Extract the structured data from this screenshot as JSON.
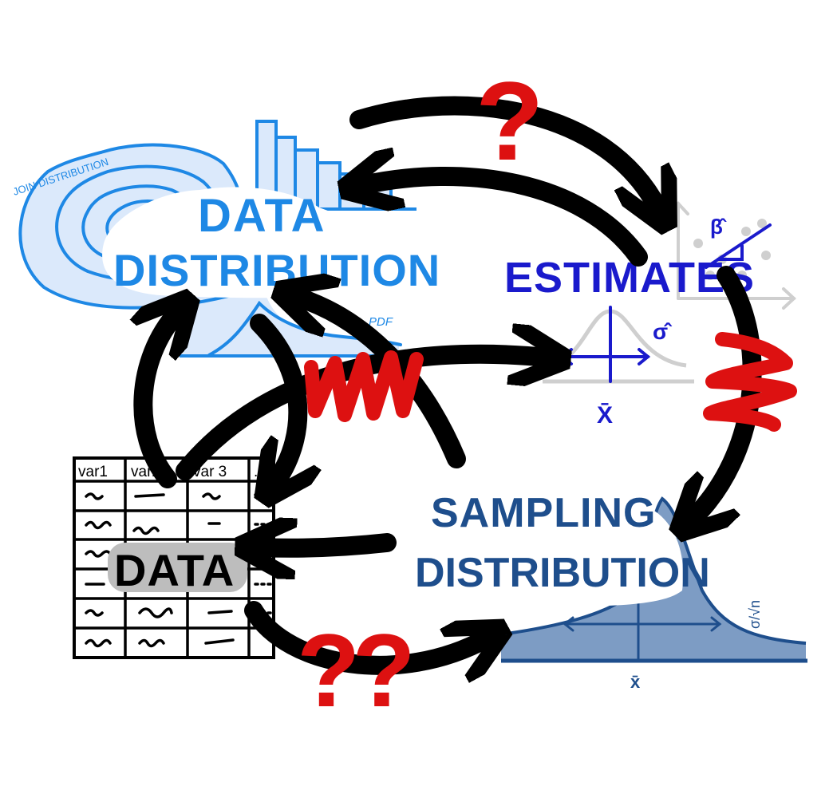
{
  "diagram": {
    "nodes": {
      "data_distribution": {
        "line1": "DATA",
        "line2": "DISTRIBUTION"
      },
      "estimates": {
        "label": "ESTIMATES"
      },
      "sampling_distribution": {
        "line1": "SAMPLING",
        "line2": "DISTRIBUTION"
      },
      "data": {
        "label": "DATA"
      }
    },
    "annotations": {
      "joint_distribution": "JOIN DISTRIBUTION",
      "pdf": "PDF",
      "beta_hat": "β̂",
      "sigma_hat": "σ̂",
      "x_bar_estimates": "X̄",
      "x_bar_sampling": "x̄",
      "sigma_over_root_n": "σ/√n"
    },
    "table": {
      "headers": [
        "var1",
        "var2",
        "var 3",
        "..."
      ]
    },
    "marks": {
      "question": "?",
      "double_question": "??"
    },
    "colors": {
      "light_blue": "#1e88e5",
      "light_blue_fill": "#dbe9fb",
      "royal_blue": "#1a1acc",
      "navy_blue": "#1e4e8c",
      "steel_blue_fill": "#7d9cc4",
      "red": "#dd1111",
      "black": "#000000",
      "gray": "#cccccc"
    }
  }
}
